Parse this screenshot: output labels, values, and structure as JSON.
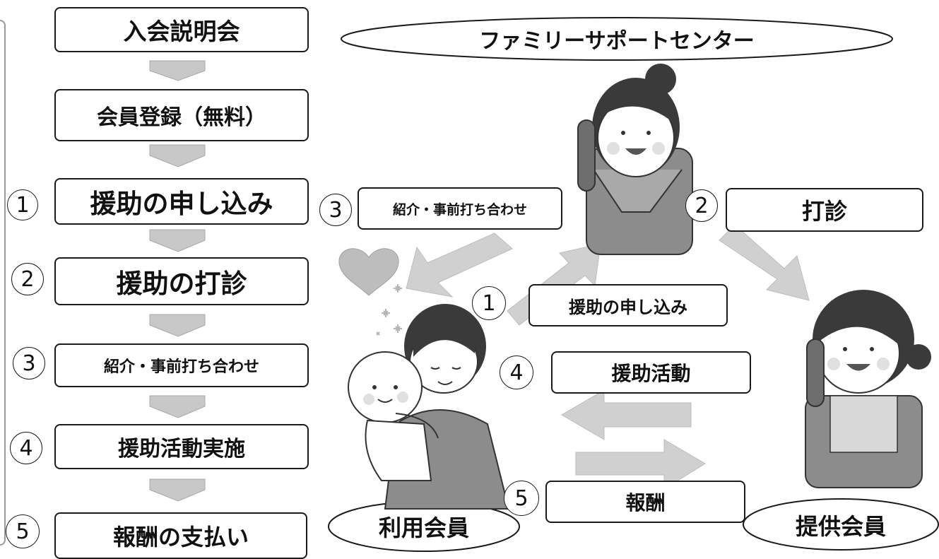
{
  "flow_steps": {
    "orientation": "入会説明会",
    "registration": "会員登録（無料）",
    "step1": {
      "num": "1",
      "label": "援助の申し込み"
    },
    "step2": {
      "num": "2",
      "label": "援助の打診"
    },
    "step3": {
      "num": "3",
      "label": "紹介・事前打ち合わせ"
    },
    "step4": {
      "num": "4",
      "label": "援助活動実施"
    },
    "step5": {
      "num": "5",
      "label": "報酬の支払い"
    }
  },
  "center": {
    "title": "ファミリーサポートセンター"
  },
  "roles": {
    "user_member": "利用会員",
    "provider_member": "提供会員"
  },
  "relations": {
    "r1": {
      "num": "1",
      "label": "援助の申し込み"
    },
    "r2": {
      "num": "2",
      "label": "打診"
    },
    "r3": {
      "num": "3",
      "label": "紹介・事前打ち合わせ"
    },
    "r4": {
      "num": "4",
      "label": "援助活動"
    },
    "r5": {
      "num": "5",
      "label": "報酬"
    }
  },
  "colors": {
    "arrow": "#c8c8c8",
    "outline": "#1a1a1a",
    "skin": "#ffffff",
    "hair": "#3a3a3a",
    "clothes": "#8c8c8c",
    "heart": "#bdbdbd"
  },
  "icons": [
    "heart-icon",
    "sparkle-icon"
  ]
}
